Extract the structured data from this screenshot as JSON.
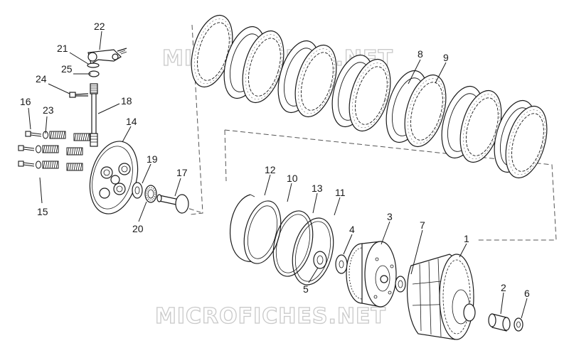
{
  "watermark": "MICROFICHES.NET",
  "labels": {
    "n1": "1",
    "n2": "2",
    "n3": "3",
    "n4": "4",
    "n5": "5",
    "n6": "6",
    "n7": "7",
    "n8": "8",
    "n9": "9",
    "n10": "10",
    "n11": "11",
    "n12": "12",
    "n13": "13",
    "n14": "14",
    "n15": "15",
    "n16": "16",
    "n17": "17",
    "n18": "18",
    "n19": "19",
    "n20": "20",
    "n21": "21",
    "n22": "22",
    "n23": "23",
    "n24": "24",
    "n25": "25"
  }
}
